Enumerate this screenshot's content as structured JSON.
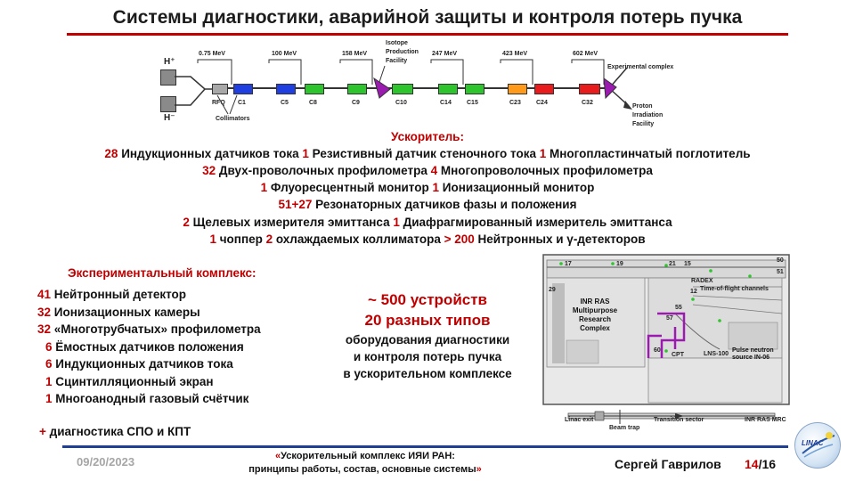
{
  "title": "Системы диагностики, аварийной защиты и контроля потерь пучка",
  "scheme": {
    "sources": [
      "H⁺",
      "H⁻"
    ],
    "energies": [
      "0.75 MeV",
      "100 MeV",
      "158 MeV",
      "247 MeV",
      "423 MeV",
      "602 MeV"
    ],
    "modules": [
      "RFQ",
      "C1",
      "C5",
      "C8",
      "C9",
      "C10",
      "C14",
      "C15",
      "C23",
      "C24",
      "C32"
    ],
    "collimators": "Collimators",
    "isotope": [
      "Isotope",
      "Production",
      "Facility"
    ],
    "experimental": "Experimental complex",
    "proton": [
      "Proton",
      "Irradiation",
      "Facility"
    ]
  },
  "accelerator": {
    "heading": "Ускоритель:",
    "lines": [
      [
        {
          "n": "28",
          "t": " Индукционных датчиков тока "
        },
        {
          "n": "1",
          "t": " Резистивный датчик стеночного тока "
        },
        {
          "n": "1",
          "t": " Многопластинчатый поглотитель"
        }
      ],
      [
        {
          "n": "32",
          "t": " Двух-проволочных профилометра "
        },
        {
          "n": "4",
          "t": " Многопроволочных профилометра"
        }
      ],
      [
        {
          "n": "1",
          "t": " Флуоресцентный монитор "
        },
        {
          "n": "1",
          "t": " Ионизационный монитор"
        }
      ],
      [
        {
          "n": "51+27",
          "t": " Резонаторных датчиков фазы и положения"
        }
      ],
      [
        {
          "n": "2",
          "t": " Щелевых измерителя эмиттанса "
        },
        {
          "n": "1",
          "t": " Диафрагмированный измеритель эмиттанса"
        }
      ],
      [
        {
          "n": "1",
          "t": " чоппер "
        },
        {
          "n": "2",
          "t": " охлаждаемых коллиматора "
        },
        {
          "n": "> 200",
          "t": " Нейтронных и γ-детекторов"
        }
      ]
    ]
  },
  "experimental": {
    "heading": "Экспериментальный комплекс:",
    "items": [
      {
        "n": "41",
        "t": " Нейтронный детектор"
      },
      {
        "n": "32",
        "t": " Ионизационных камеры"
      },
      {
        "n": "32",
        "t": " «Многотрубчатых» профилометра"
      },
      {
        "n": "6",
        "t": " Ёмостных датчиков положения"
      },
      {
        "n": "6",
        "t": " Индукционных датчиков тока"
      },
      {
        "n": "1",
        "t": " Сцинтилляционный экран"
      },
      {
        "n": "1",
        "t": " Многоанодный газовый счётчик"
      }
    ],
    "extra_plus": "+",
    "extra_text": " диагностика СПО и КПТ"
  },
  "summary": {
    "line1": "~ 500 устройств",
    "line2": "20 разных типов",
    "line3": "оборудования диагностики",
    "line4": "и контроля потерь пучка",
    "line5": "в ускорительном комплексе"
  },
  "map": {
    "numbers": [
      "17",
      "19",
      "21",
      "15",
      "50",
      "12",
      "51",
      "57",
      "55",
      "60",
      "29"
    ],
    "radex": "RADEX",
    "tof": "Time-of-flight channels",
    "complex": [
      "INR RAS",
      "Multipurpose",
      "Research Complex"
    ],
    "cpt": "CPT",
    "lns": "LNS-100",
    "pulse": [
      "Pulse neutron",
      "source IN-06"
    ],
    "linac_exit": "Linac exit",
    "transition": "Transition sector",
    "mrc": "INR RAS MRC",
    "beam_trap": "Beam trap"
  },
  "footer": {
    "date": "09/20/2023",
    "topic_q1": "«",
    "topic_line1": "Ускорительный комплекс ИЯИ РАН:",
    "topic_line2": "принципы работы, состав, основные системы",
    "topic_q2": "»",
    "author": "Сергей Гаврилов",
    "page": "14",
    "total": "/16",
    "logo": "LINAC"
  },
  "colors": {
    "accent_red": "#c00000",
    "footer_blue": "#1f3f94",
    "block_blue": "#1f3fe0",
    "block_green": "#2ec42e",
    "block_orange": "#ff9a1a",
    "block_red": "#e81c1c",
    "magenta": "#9b1bb0"
  }
}
